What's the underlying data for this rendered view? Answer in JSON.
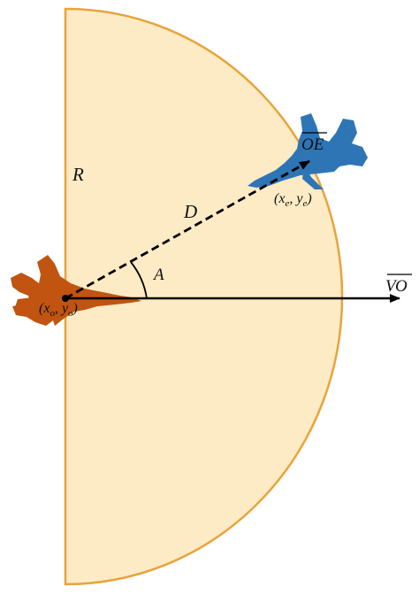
{
  "colors": {
    "region_fill": "#FDEBC5",
    "region_stroke": "#E8A43C",
    "ownship": "#C05410",
    "enemy": "#2E75B6",
    "lines": "#000000"
  },
  "labels": {
    "radius": "R",
    "distance": "D",
    "angle": "A",
    "velocity_main": "VO",
    "enemy_vector_main": "OE",
    "own_coord_open": "(",
    "own_coord_x": "x",
    "own_coord_x_sub": "o",
    "own_coord_sep": ", ",
    "own_coord_y": "y",
    "own_coord_y_sub": "o",
    "own_coord_close": ")",
    "enemy_coord_open": "(",
    "enemy_coord_x": "x",
    "enemy_coord_x_sub": "e",
    "enemy_coord_sep": ", ",
    "enemy_coord_y": "y",
    "enemy_coord_y_sub": "e",
    "enemy_coord_close": ")"
  },
  "icons": {
    "ownship": "fighter-jet-icon",
    "enemy": "fighter-jet-icon"
  }
}
